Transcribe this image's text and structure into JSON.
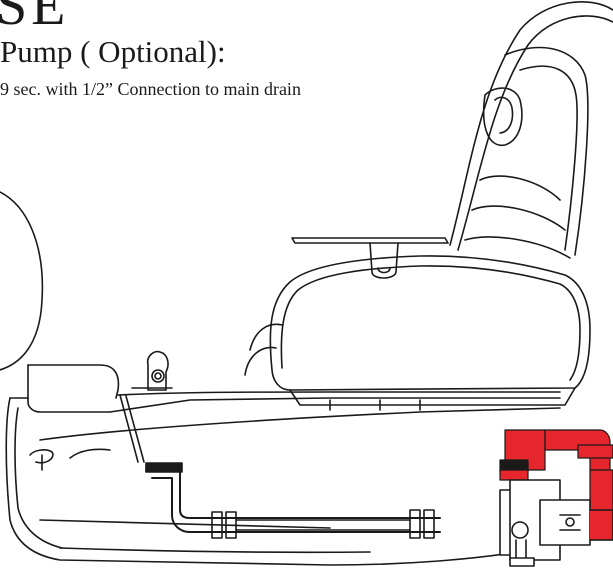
{
  "document": {
    "heading_fragment": "SE",
    "section_title": "Pump ( Optional):",
    "spec_line": "9 sec. with 1/2” Connection to main drain"
  },
  "illustration": {
    "subject": "pedicure-spa-chair-with-drain-pump-icon",
    "colors": {
      "line": "#1a1a1a",
      "highlight_pipe": "#e5262d",
      "background": "#ffffff"
    }
  }
}
